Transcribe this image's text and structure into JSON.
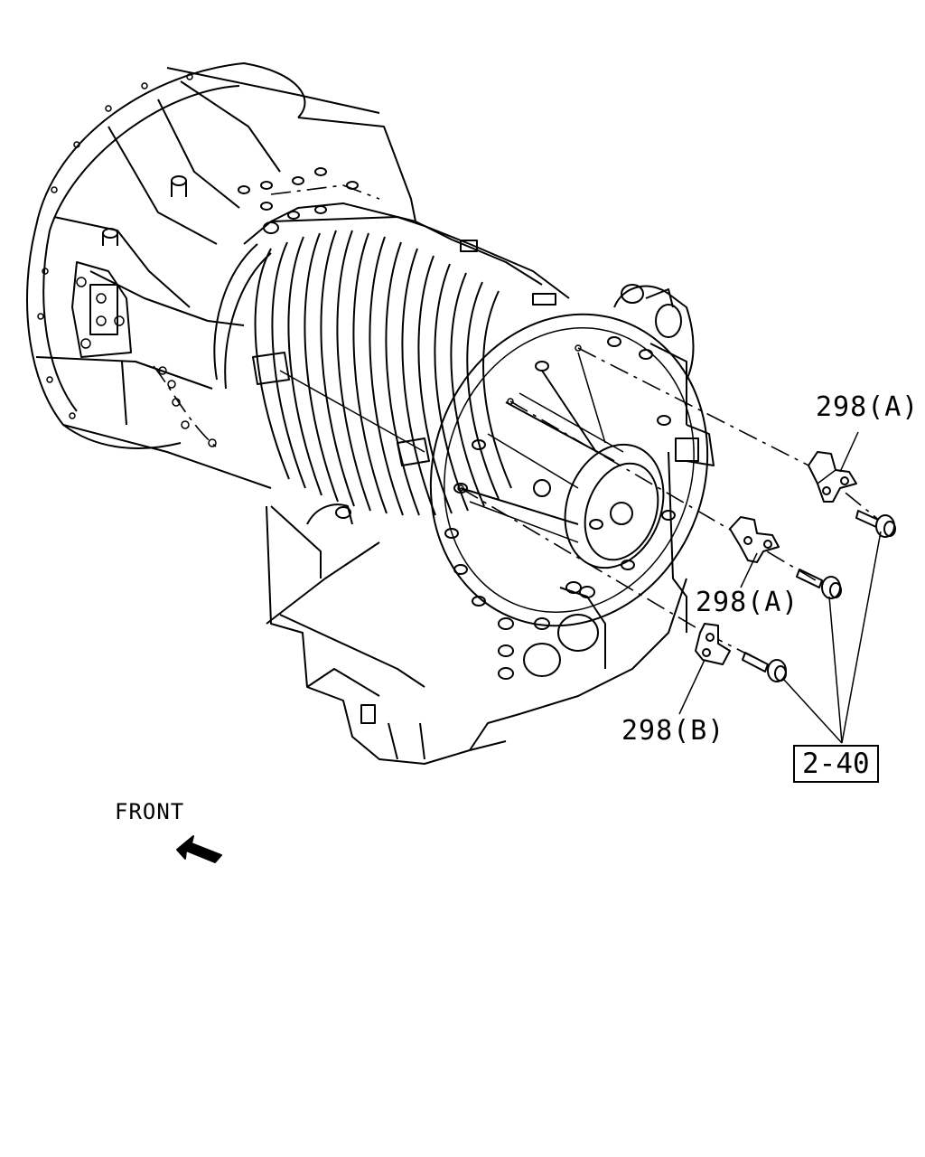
{
  "callouts": {
    "bracket_a_upper": "298(A)",
    "bracket_a_lower": "298(A)",
    "bracket_b": "298(B)",
    "bolt_ref": "2-40"
  },
  "direction": {
    "label": "FRONT",
    "arrow_icon": "front-arrow-icon"
  }
}
